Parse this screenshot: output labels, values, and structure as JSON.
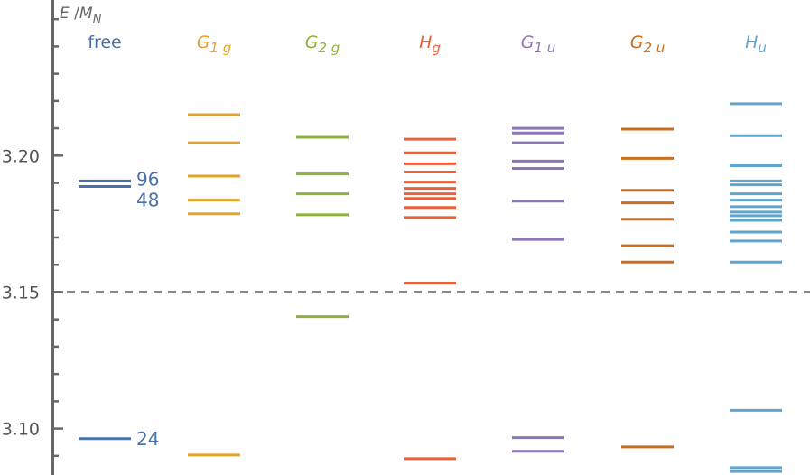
{
  "chart_data": {
    "type": "scatter",
    "ylabel": "E / M_N",
    "ylabel_parts": {
      "base": "E",
      "slash": "/",
      "m": "M",
      "sub": "N"
    },
    "ylim": [
      3.083,
      3.257
    ],
    "yticks": [
      {
        "value": 3.1,
        "label": "3.10"
      },
      {
        "value": 3.15,
        "label": "3.15"
      },
      {
        "value": 3.2,
        "label": "3.20"
      }
    ],
    "minor_tick_step": 0.01,
    "threshold": 3.15,
    "colors": {
      "axis": "#666666",
      "threshold": "#888888",
      "free": "#4a72a8",
      "G1g": "#e1a42b",
      "G2g": "#8db33a",
      "Hg": "#e8613a",
      "G1u": "#8e75b9",
      "G2u": "#c96d1f",
      "Hu": "#5ea6cf"
    },
    "series": [
      {
        "name": "free",
        "main": "free",
        "sub": "",
        "color_key": "free",
        "values": [
          3.0963,
          3.1887,
          3.1907
        ],
        "degeneracy": [
          {
            "value": 3.1913,
            "label": "96"
          },
          {
            "value": 3.1837,
            "label": "48"
          },
          {
            "value": 3.0963,
            "label": "24"
          }
        ]
      },
      {
        "name": "G1g",
        "main": "G",
        "sub": "1 g",
        "color_key": "G1g",
        "values": [
          3.215,
          3.2047,
          3.1925,
          3.1837,
          3.1787,
          3.0903
        ]
      },
      {
        "name": "G2g",
        "main": "G",
        "sub": "2 g",
        "color_key": "G2g",
        "values": [
          3.2067,
          3.1933,
          3.186,
          3.1783,
          3.141
        ]
      },
      {
        "name": "Hg",
        "main": "H",
        "sub": "g",
        "color_key": "Hg",
        "values": [
          3.206,
          3.201,
          3.197,
          3.194,
          3.1903,
          3.188,
          3.186,
          3.1843,
          3.181,
          3.1773,
          3.1533,
          3.089
        ]
      },
      {
        "name": "G1u",
        "main": "G",
        "sub": "1 u",
        "color_key": "G1u",
        "values": [
          3.21,
          3.2083,
          3.2047,
          3.198,
          3.1953,
          3.1833,
          3.1693,
          3.0967,
          3.0917
        ]
      },
      {
        "name": "G2u",
        "main": "G",
        "sub": "2 u",
        "color_key": "G2u",
        "values": [
          3.2097,
          3.199,
          3.1873,
          3.1827,
          3.1767,
          3.167,
          3.161,
          3.0933
        ]
      },
      {
        "name": "Hu",
        "main": "H",
        "sub": "u",
        "color_key": "Hu",
        "values": [
          3.219,
          3.2073,
          3.1963,
          3.1907,
          3.1893,
          3.186,
          3.1837,
          3.1813,
          3.1793,
          3.178,
          3.1763,
          3.172,
          3.1687,
          3.161,
          3.1067,
          3.0857,
          3.0843
        ]
      }
    ]
  }
}
